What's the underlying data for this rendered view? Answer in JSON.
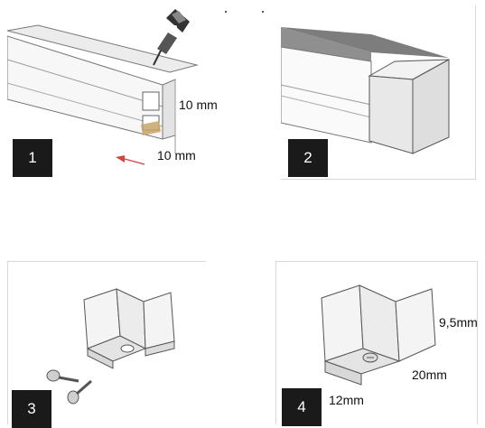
{
  "steps": [
    {
      "number": "1",
      "labels": [
        "10 mm",
        "10 mm"
      ]
    },
    {
      "number": "2",
      "labels": []
    },
    {
      "number": "3",
      "labels": []
    },
    {
      "number": "4",
      "labels": [
        "9,5mm",
        "20mm",
        "12mm"
      ]
    }
  ],
  "colors": {
    "badge": "#1a1a1a",
    "cut_highlight": "#c8a468",
    "arrow": "#d94040"
  },
  "icons": [
    "cutter-knife-icon",
    "screw-icon"
  ]
}
